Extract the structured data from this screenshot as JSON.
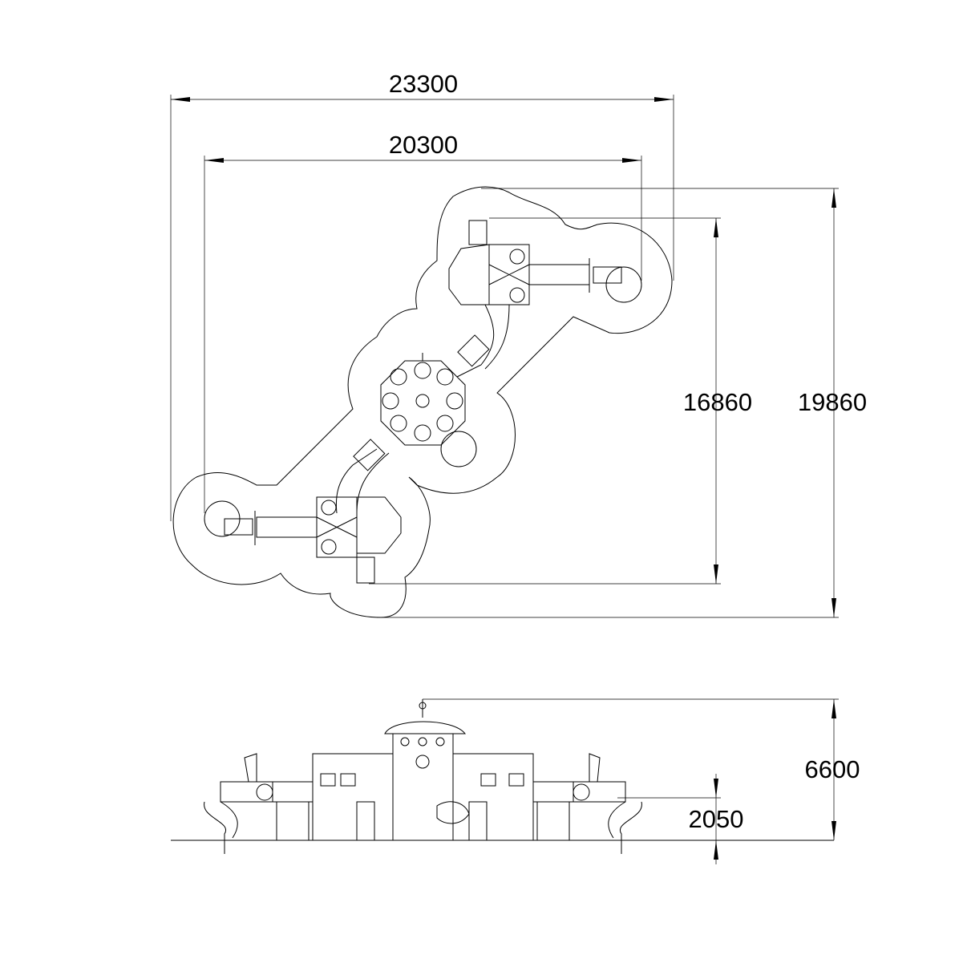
{
  "plan_view": {
    "dimensions": {
      "overall_width": "23300",
      "inner_width": "20300",
      "inner_depth": "16860",
      "overall_depth": "19860"
    }
  },
  "elevation_view": {
    "dimensions": {
      "overall_height": "6600",
      "platform_height": "2050"
    }
  }
}
